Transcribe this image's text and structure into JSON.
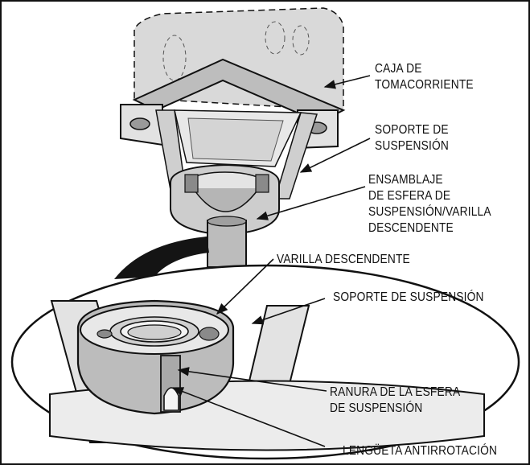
{
  "labels": {
    "outlet_box": [
      "CAJA DE",
      "TOMACORRIENTE"
    ],
    "hanger_bracket": [
      "SOPORTE DE",
      "SUSPENSIÓN"
    ],
    "ball_downrod_assembly": [
      "ENSAMBLAJE",
      "DE ESFERA DE",
      "SUSPENSIÓN/VARILLA",
      "DESCENDENTE"
    ],
    "downrod": "VARILLA DESCENDENTE",
    "hanger_bracket_detail": "SOPORTE DE SUSPENSIÓN",
    "ball_slot": [
      "RANURA DE LA ESFERA",
      "DE SUSPENSIÓN"
    ],
    "anti_rotation_tab": "LENGÜETA ANTIRROTACIÓN"
  },
  "colors": {
    "line": "#111111",
    "light_gray": "#e6e6e6",
    "mid_gray": "#c4c4c4",
    "dark_gray": "#8a8a8a",
    "shadow": "#3a3a3a"
  }
}
